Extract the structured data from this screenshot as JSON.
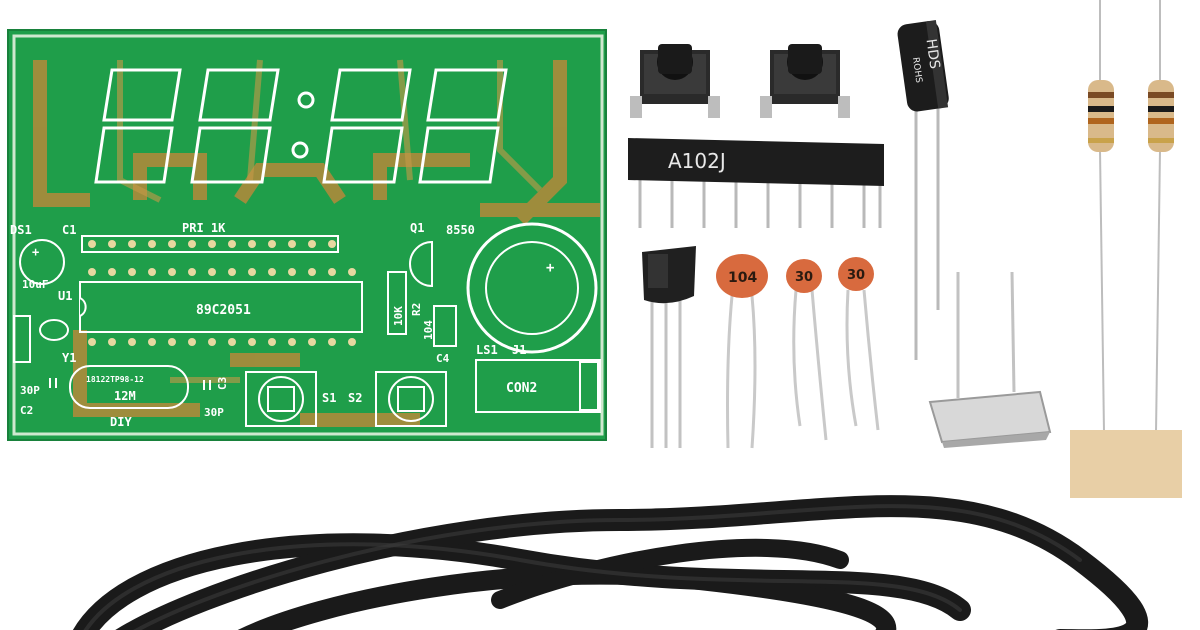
{
  "pcb": {
    "labels": {
      "ds1": "DS1",
      "c1": "C1",
      "pri": "PRI 1K",
      "q1": "Q1",
      "q1_part": "8550",
      "c1_value": "10uF",
      "u1": "U1",
      "chip": "89C2051",
      "r2": "R2",
      "r2_value": "10K",
      "c4_value": "104",
      "c4": "C4",
      "y1": "Y1",
      "crystal_marking": "18122TP98-12",
      "crystal_freq": "12M",
      "diy": "DIY",
      "c2": "C2",
      "c2_value": "30P",
      "c3": "C3",
      "c3_value": "30P",
      "s1": "S1",
      "s2": "S2",
      "ls1": "LS1",
      "j1": "J1",
      "con2": "CON2",
      "plus": "+"
    }
  },
  "parts": {
    "resistor_network": "A102J",
    "ceramic_cap_104": "104",
    "ceramic_cap_30_a": "30",
    "ceramic_cap_30_b": "30",
    "electrolytic_marking": "HDS",
    "electrolytic_marking_2": "ROHS"
  },
  "colors": {
    "pcb_green": "#1f9e4a",
    "copper_trace": "#b58a3a",
    "silkscreen": "#ffffff",
    "cable": "#1a1a1a",
    "ceramic_cap": "#d86a3e",
    "resistor_body": "#d9b98a",
    "foam_pad": "#e8cfa6"
  }
}
